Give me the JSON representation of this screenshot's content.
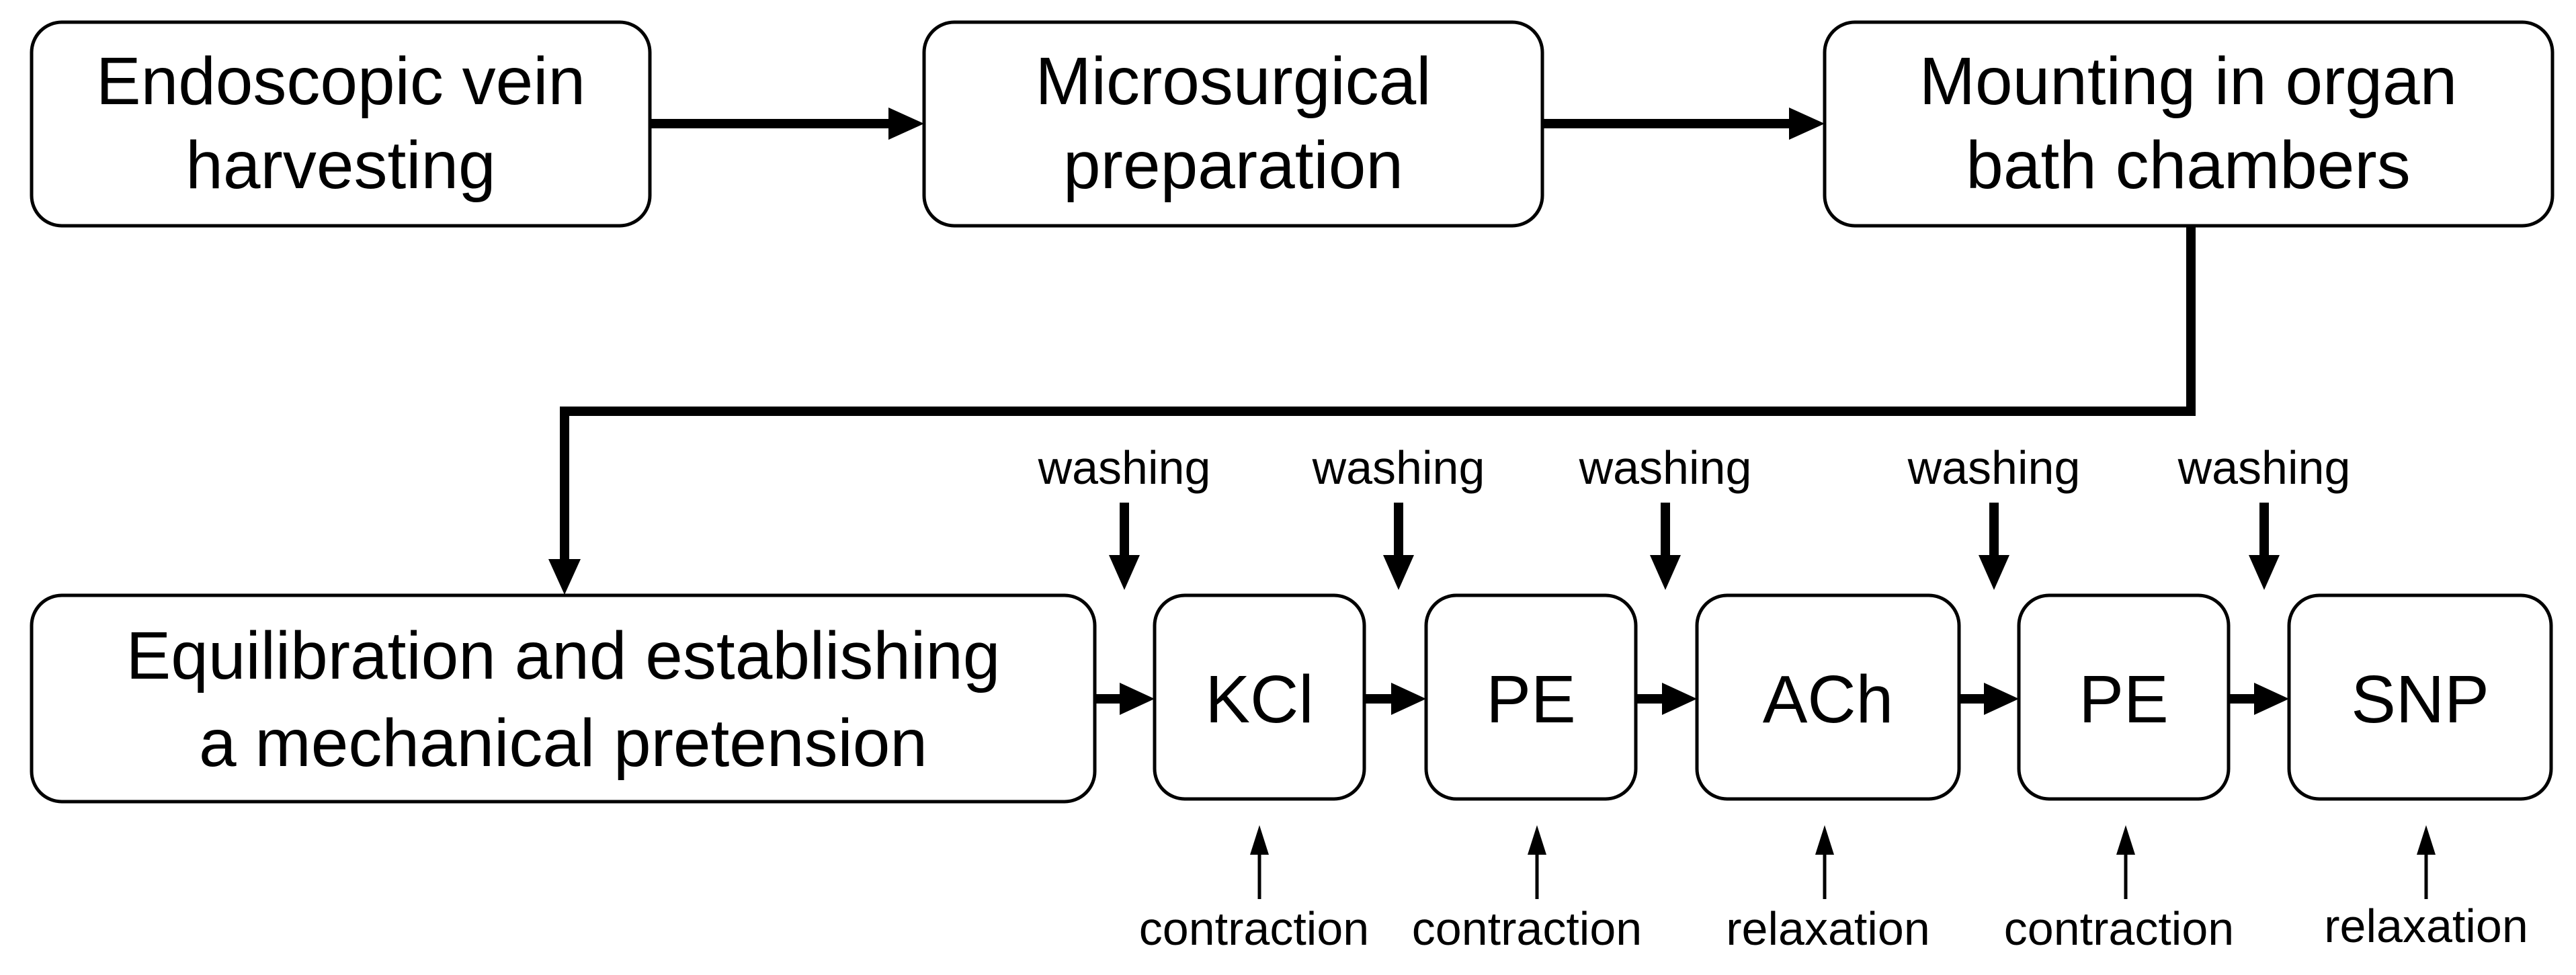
{
  "top_row": {
    "step1": {
      "line1": "Endoscopic vein",
      "line2": "harvesting"
    },
    "step2": {
      "line1": "Microsurgical",
      "line2": "preparation"
    },
    "step3": {
      "line1": "Mounting in organ",
      "line2": "bath chambers"
    }
  },
  "equilibration": {
    "line1": "Equilibration and establishing",
    "line2": "a mechanical pretension"
  },
  "bottom_steps": [
    {
      "label": "KCl",
      "washing": "washing",
      "effect": "contraction"
    },
    {
      "label": "PE",
      "washing": "washing",
      "effect": "contraction"
    },
    {
      "label": "ACh",
      "washing": "washing",
      "effect": "relaxation"
    },
    {
      "label": "PE",
      "washing": "washing",
      "effect": "contraction"
    },
    {
      "label": "SNP",
      "washing": "washing",
      "effect": "relaxation"
    }
  ],
  "colors": {
    "stroke": "#000000",
    "box_fill": "#ffffff"
  }
}
